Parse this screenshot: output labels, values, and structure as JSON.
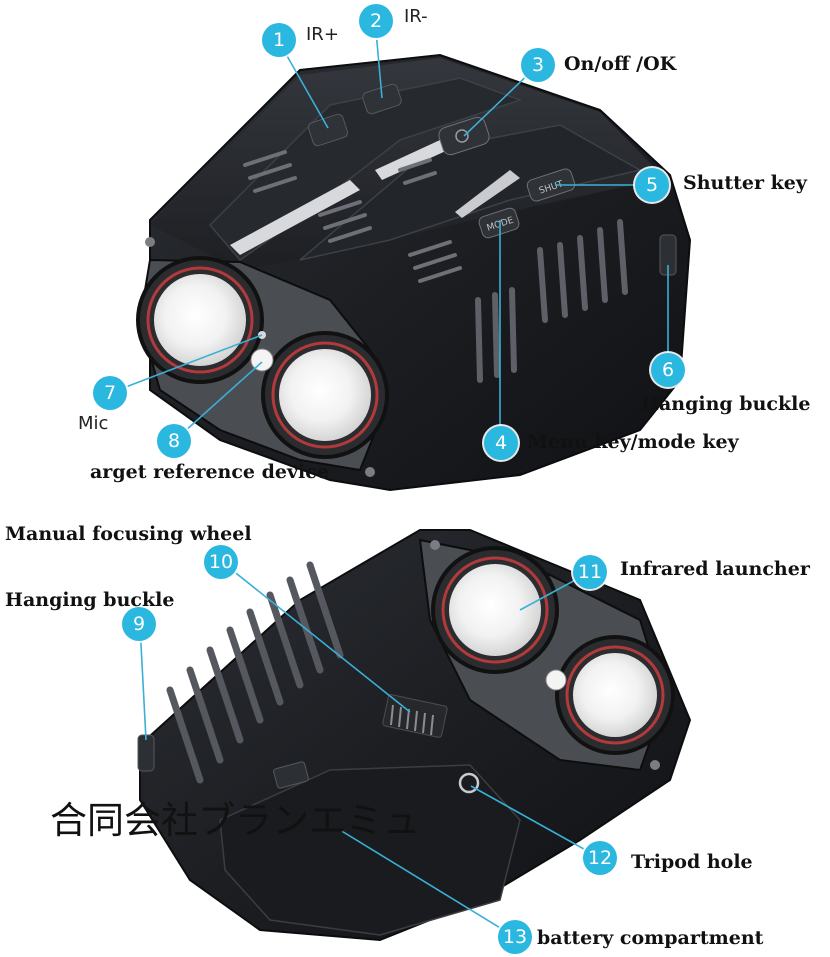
{
  "colors": {
    "accent": "#2ab7e0",
    "device_body": "#1c1e22",
    "device_edge": "#3a3d43",
    "lens_ring": "#b23a3a"
  },
  "callouts": [
    {
      "num": "1",
      "label": "IR+"
    },
    {
      "num": "2",
      "label": "IR-"
    },
    {
      "num": "3",
      "label": "On/off /OK"
    },
    {
      "num": "4",
      "label": "Menu key/mode key"
    },
    {
      "num": "5",
      "label": "Shutter key"
    },
    {
      "num": "6",
      "label": "Hanging buckle"
    },
    {
      "num": "7",
      "label": "Mic"
    },
    {
      "num": "8",
      "label": "arget reference device"
    },
    {
      "num": "9",
      "label": "Hanging buckle"
    },
    {
      "num": "10",
      "label": "Manual focusing wheel"
    },
    {
      "num": "11",
      "label": "Infrared launcher"
    },
    {
      "num": "12",
      "label": "Tripod hole"
    },
    {
      "num": "13",
      "label": "battery compartment"
    }
  ],
  "button_labels": {
    "mode": "MODE",
    "shutter": "SHUT"
  },
  "watermark": "合同会社ブランエミュ"
}
